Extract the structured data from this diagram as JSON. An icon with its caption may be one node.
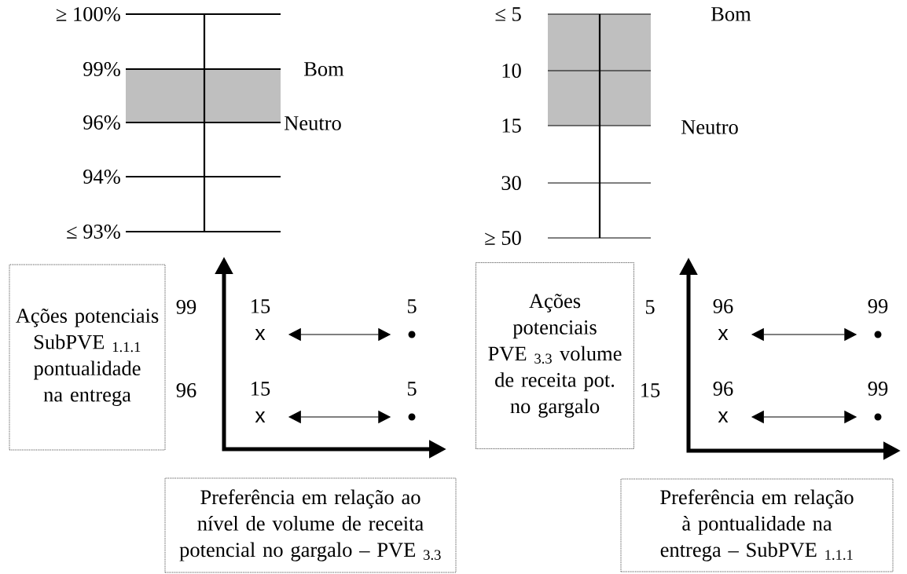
{
  "diagram": {
    "nodes": [
      {
        "text": [
          "Ações potenciais SubPVE $_{1.1.1}$ pontualidade na entrega"
        ]
      },
      {
        "text": [
          "x"
        ],
        "beside": [
          "15"
        ]
      },
      {
        "text": [],
        "shape": "circle",
        "beside": [
          "5"
        ]
      },
      {
        "text": [
          "x"
        ],
        "beside": [
          "15"
        ]
      },
      {
        "text": [],
        "shape": "circle",
        "beside": [
          "5"
        ]
      },
      {
        "text": [
          "Preferência em relação ao nível de volume de receita potencial no gargalo – PVE $_{3.3}$"
        ]
      },
      {
        "text": [
          "Ações potenciais PVE $_{3.3}$ volume de receita pot. no gargalo"
        ]
      },
      {
        "text": [
          "x"
        ],
        "beside": [
          "96"
        ]
      },
      {
        "text": [],
        "shape": "circle",
        "beside": [
          "99"
        ]
      },
      {
        "text": [
          "x"
        ],
        "beside": [
          "96"
        ]
      },
      {
        "text": [],
        "shape": "circle",
        "beside": [
          "99"
        ]
      },
      {
        "text": [
          "Preferência em relação à pontualidade na entrega – SubPVE $_{1.1.1}$"
        ]
      }
    ],
    "edges": [
      {
        "from": 1,
        "to": 2,
        "arrow": "both"
      },
      {
        "from": 3,
        "to": 4,
        "arrow": "both"
      },
      {
        "from": 7,
        "to": 8,
        "arrow": "both"
      },
      {
        "from": 9,
        "to": 10,
        "arrow": "both"
      }
    ],
    "labels": [
      "≥ 100%",
      "99%",
      "Bom",
      "96%",
      "Neutro",
      "94%",
      "≤ 93%",
      "≤ 5",
      "Bom",
      "10",
      "15",
      "Neutro",
      "30",
      "≥ 50",
      "99",
      "96",
      "5",
      "15"
    ]
  }
}
